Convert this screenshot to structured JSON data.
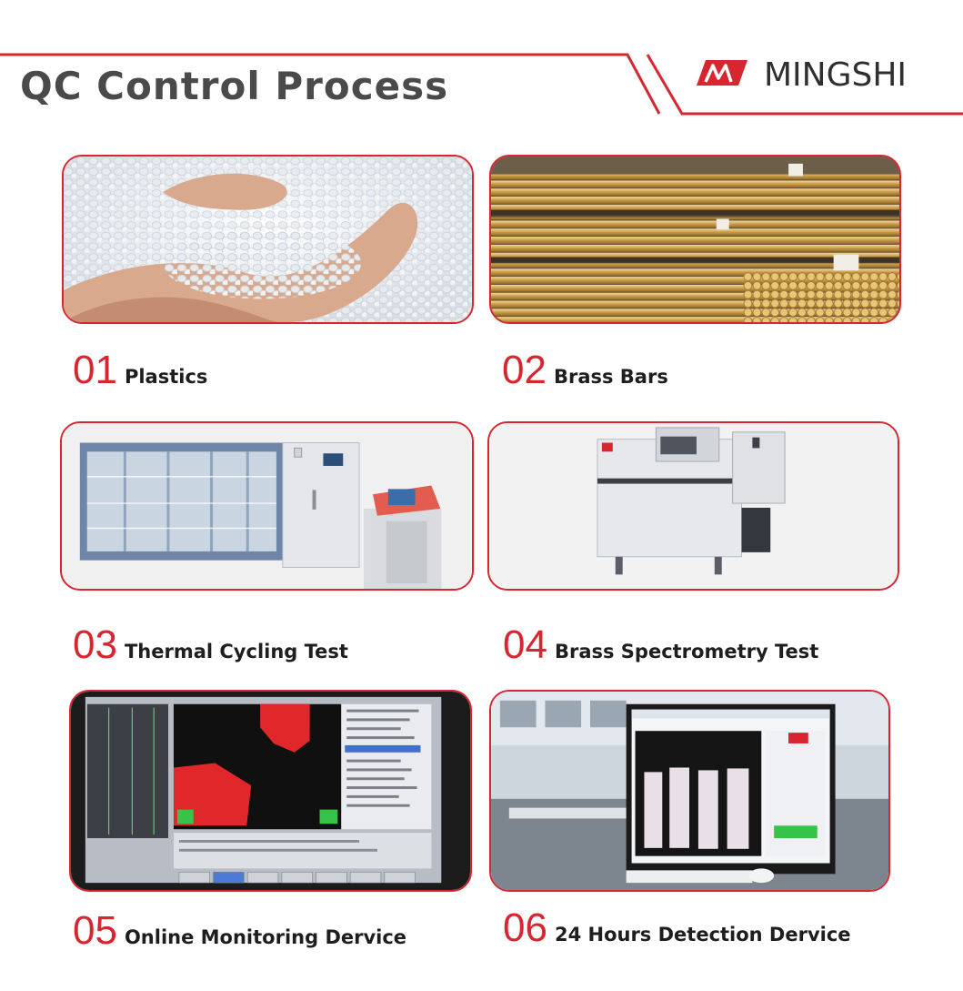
{
  "header": {
    "title": "QC Control Process",
    "brand_name": "MINGSHI",
    "accent_color": "#d7262f"
  },
  "steps": [
    {
      "number": "01",
      "label": "Plastics",
      "image": "plastic-pellets-photo"
    },
    {
      "number": "02",
      "label": "Brass Bars",
      "image": "brass-bars-photo"
    },
    {
      "number": "03",
      "label": "Thermal Cycling Test",
      "image": "thermal-chamber-photo"
    },
    {
      "number": "04",
      "label": "Brass Spectrometry Test",
      "image": "spectrometer-photo"
    },
    {
      "number": "05",
      "label": "Online Monitoring Dervice",
      "image": "monitoring-screen-photo"
    },
    {
      "number": "06",
      "label": "24 Hours Detection Dervice",
      "image": "detection-monitor-photo"
    }
  ]
}
